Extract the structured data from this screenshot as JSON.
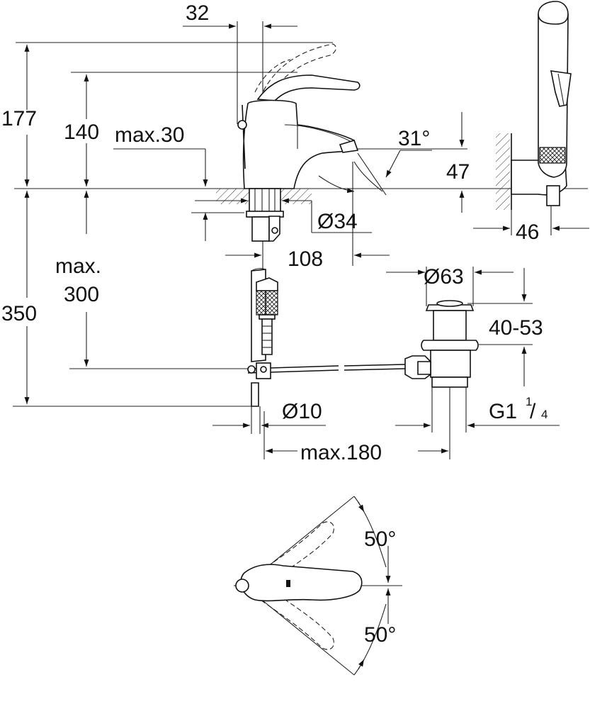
{
  "diagram": {
    "dimensions": {
      "d32": "32",
      "d177": "177",
      "d140": "140",
      "max30": "max.30",
      "angle31": "31°",
      "d47": "47",
      "dia34": "Ø34",
      "d108": "108",
      "d46": "46",
      "max300_line1": "max.",
      "max300_line2": "300",
      "d350": "350",
      "dia63": "Ø63",
      "d4053": "40-53",
      "dia10": "Ø10",
      "g1_main": "G1",
      "g1_num": "1",
      "g1_den": "4",
      "max180": "max.180",
      "angle50_top": "50°",
      "angle50_bottom": "50°"
    }
  }
}
